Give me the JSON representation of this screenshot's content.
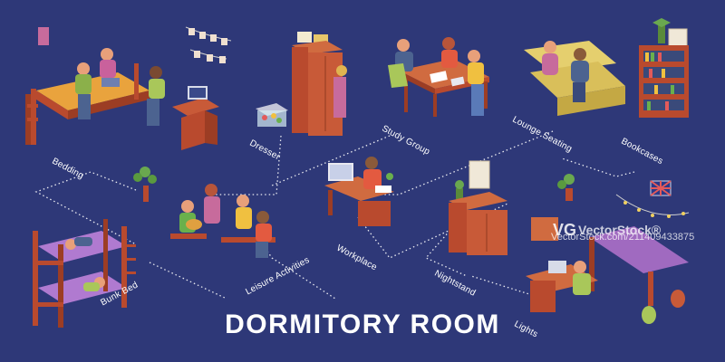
{
  "title": "DORMITORY ROOM",
  "labels": {
    "bedding": "Bedding",
    "dresser": "Dresser",
    "study_group": "Study Group",
    "lounge_seating": "Lounge Seating",
    "bookcases": "Bookcases",
    "bunk_bed": "Bunk Bed",
    "leisure_activities": "Leisure Activities",
    "workplace": "Workplace",
    "nightstand": "Nightstand",
    "lights": "Lights"
  },
  "watermark": {
    "logo": "VG",
    "text": "VectorStock®",
    "id": "VectorStock.com/211409433875"
  },
  "colors": {
    "background": "#2e3878",
    "wood": "#b94a2e",
    "connector": "#ffffff"
  }
}
